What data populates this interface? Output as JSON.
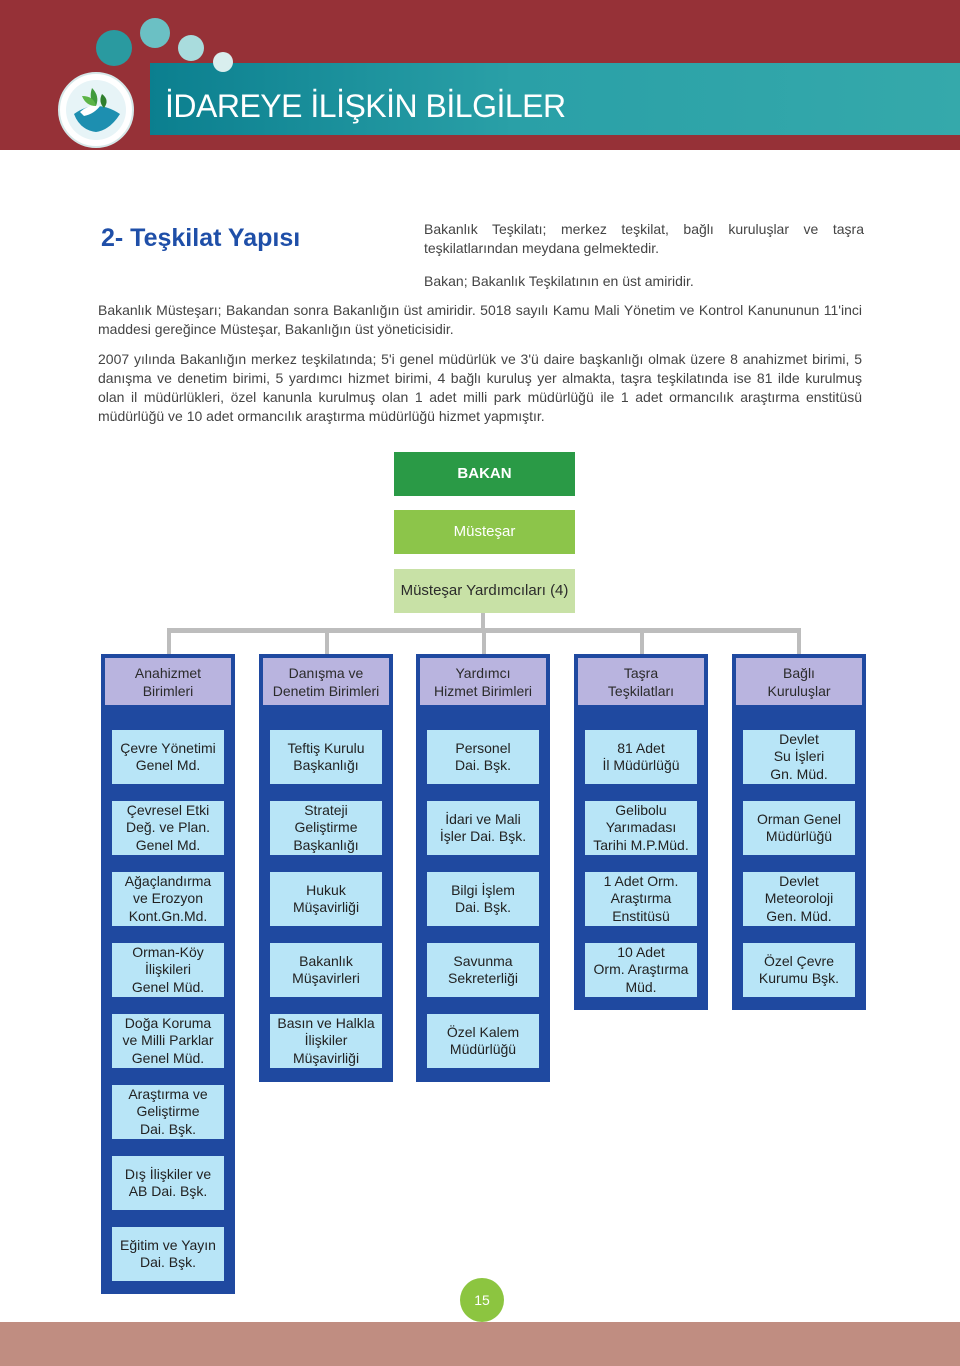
{
  "header": {
    "title": "İDAREYE İLİŞKİN BİLGİLER",
    "colors": {
      "band": "#963137",
      "teal": "#1b8f9a",
      "title": "#ffffff"
    }
  },
  "section": {
    "title": "2- Teşkilat Yapısı",
    "intro_1": "Bakanlık Teşkilatı; merkez teşkilat, bağlı kuruluşlar ve taşra teşkilatlarından meydana gelmektedir.",
    "intro_2": "Bakan; Bakanlık Teşkilatının en üst amiridir.",
    "para_1": "Bakanlık Müsteşarı; Bakandan sonra Bakanlığın üst amiridir. 5018 sayılı Kamu Mali Yönetim ve Kontrol Kanununun 11'inci maddesi gereğince Müsteşar, Bakanlığın üst yöneticisidir.",
    "para_2": "2007 yılında Bakanlığın merkez teşkilatında; 5'i genel müdürlük ve 3'ü daire başkanlığı olmak üzere 8 anahizmet birimi, 5 danışma ve denetim birimi, 5 yardımcı hizmet birimi, 4 bağlı kuruluş yer almakta, taşra teşkilatında ise 81 ilde kurulmuş olan il müdürlükleri, özel kanunla kurulmuş olan 1 adet milli park müdürlüğü ile 1 adet ormancılık araştırma enstitüsü müdürlüğü ve 10 adet ormancılık araştırma müdürlüğü hizmet yapmıştır."
  },
  "org": {
    "bakan": "BAKAN",
    "mustesar": "Müsteşar",
    "yardimcilar": "Müsteşar Yardımcıları (4)",
    "colors": {
      "bakan": "#2a9a46",
      "mustesar": "#8cc54a",
      "yardimcilar": "#c8e1a6",
      "frame": "#1f49a0",
      "header": "#b9b4df",
      "cell": "#b8e5f7"
    },
    "columns": [
      {
        "header": "Anahizmet\nBirimleri",
        "items": [
          "Çevre Yönetimi\nGenel Md.",
          "Çevresel Etki\nDeğ. ve Plan.\nGenel Md.",
          "Ağaçlandırma\nve Erozyon\nKont.Gn.Md.",
          "Orman-Köy\nİlişkileri\nGenel Müd.",
          "Doğa Koruma\nve Milli Parklar\nGenel Müd.",
          "Araştırma ve\nGeliştirme\nDai. Bşk.",
          "Dış İlişkiler ve\nAB Dai. Bşk.",
          "Eğitim ve Yayın\nDai. Bşk."
        ]
      },
      {
        "header": "Danışma ve\nDenetim Birimleri",
        "items": [
          "Teftiş Kurulu\nBaşkanlığı",
          "Strateji\nGeliştirme\nBaşkanlığı",
          "Hukuk\nMüşavirliği",
          "Bakanlık\nMüşavirleri",
          "Basın ve Halkla\nİlişkiler\nMüşavirliği"
        ]
      },
      {
        "header": "Yardımcı\nHizmet Birimleri",
        "items": [
          "Personel\nDai. Bşk.",
          "İdari ve Mali\nİşler Dai. Bşk.",
          "Bilgi İşlem\nDai. Bşk.",
          "Savunma\nSekreterliği",
          "Özel Kalem\nMüdürlüğü"
        ]
      },
      {
        "header": "Taşra\nTeşkilatları",
        "items": [
          "81 Adet\nİl Müdürlüğü",
          "Gelibolu\nYarımadası\nTarihi M.P.Müd.",
          "1 Adet Orm.\nAraştırma\nEnstitüsü",
          "10 Adet\nOrm. Araştırma\nMüd."
        ]
      },
      {
        "header": "Bağlı\nKuruluşlar",
        "items": [
          "Devlet\nSu İşleri\nGn. Müd.",
          "Orman Genel\nMüdürlüğü",
          "Devlet\nMeteoroloji\nGen. Müd.",
          "Özel Çevre\nKurumu Bşk."
        ]
      }
    ]
  },
  "footer": {
    "page_number": "15",
    "band_color": "#c08d81",
    "badge_color": "#8cc540"
  }
}
